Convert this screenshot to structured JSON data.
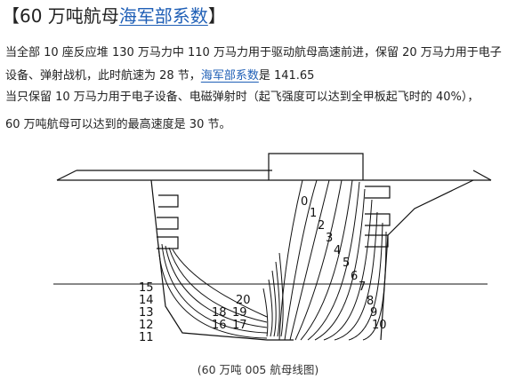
{
  "title": {
    "bracket_open": "【",
    "prefix": "60 万吨航母",
    "link": "海军部系数",
    "bracket_close": "】"
  },
  "paragraph1": {
    "line1": "当全部 10 座反应堆 130 万马力中 110 万马力用于驱动航母高速前进，保留 20 万马力用于电子",
    "line2_before": "设备、弹射战机，此时航速为 28 节，",
    "line2_link": "海军部系数",
    "line2_after": "是 141.65"
  },
  "paragraph2": {
    "line1": "当只保留 10 万马力用于电子设备、电磁弹射时（起飞强度可以达到全甲板起飞时的 40%），",
    "line2": "60 万吨航母可以达到的最高速度是 30 节。"
  },
  "figure": {
    "station_labels_right": [
      "0",
      "1",
      "2",
      "3",
      "4",
      "5",
      "6",
      "7",
      "8",
      "9",
      "10"
    ],
    "station_labels_left": [
      "15",
      "14",
      "13",
      "12",
      "11"
    ],
    "station_labels_mid": [
      "20",
      "18",
      "19",
      "16",
      "17"
    ],
    "caption": "(60 万吨 005 航母线图)"
  }
}
